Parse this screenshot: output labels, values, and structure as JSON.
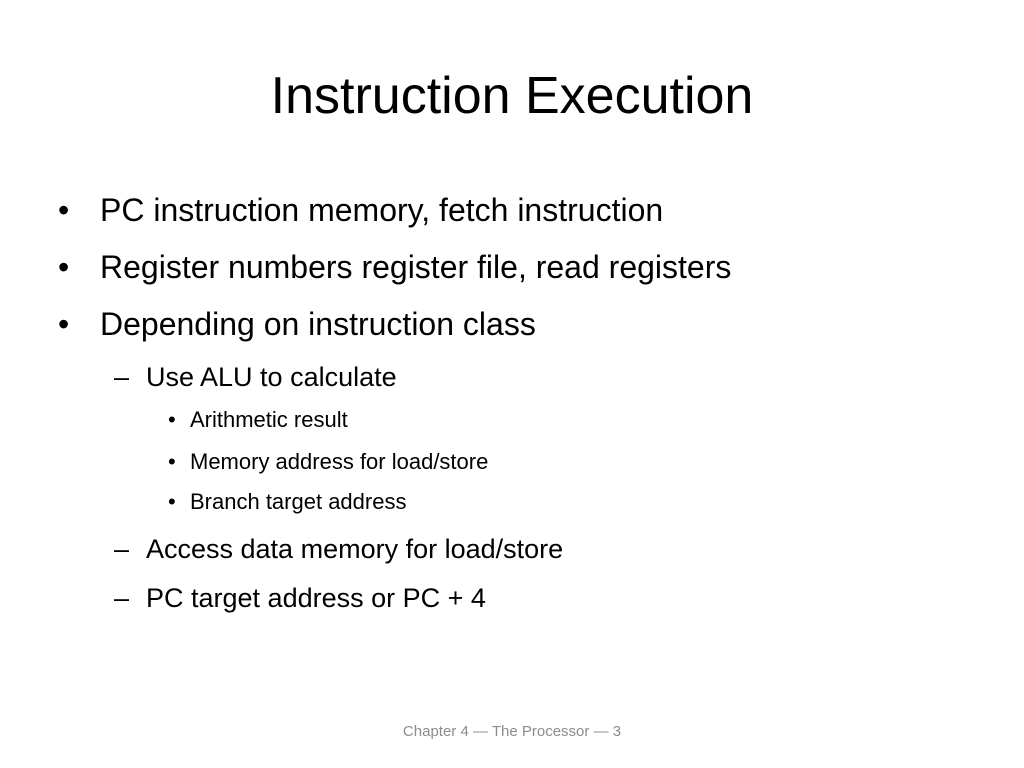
{
  "slide": {
    "title": "Instruction Execution",
    "bullets": [
      {
        "mark": "•",
        "text": "PC  instruction memory, fetch instruction"
      },
      {
        "mark": "•",
        "text": "Register numbers  register file, read registers"
      },
      {
        "mark": "•",
        "text": "Depending on instruction class"
      }
    ],
    "sub_bullets": [
      {
        "mark": "–",
        "text": "Use ALU to calculate"
      },
      {
        "mark": "–",
        "text": "Access data memory for load/store"
      },
      {
        "mark": "–",
        "text": "PC  target address or PC + 4"
      }
    ],
    "sub_sub_bullets": [
      {
        "mark": "•",
        "text": "Arithmetic result"
      },
      {
        "mark": "•",
        "text": "Memory address for load/store"
      },
      {
        "mark": "•",
        "text": "Branch target address"
      }
    ],
    "footer": "Chapter 4 — The Processor — 3"
  }
}
